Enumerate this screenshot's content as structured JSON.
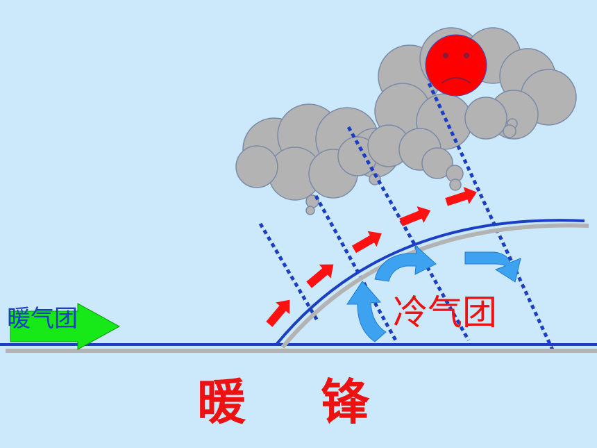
{
  "labels": {
    "warm_air_mass": "暖气团",
    "cold_air_mass": "冷气团",
    "title_char_1": "暖",
    "title_char_2": "锋"
  },
  "icons": {
    "sun": "sad-face-sun-icon",
    "warm_arrow": "right-arrow-icon",
    "clouds": "cloud-icon",
    "rain": "dotted-rain-line-icon",
    "warm_flow": "red-arrow-icon",
    "cold_flow": "blue-curved-arrow-icon"
  },
  "colors": {
    "background": "#cce8fb",
    "ground_line": "#1a3fc4",
    "front_line": "#1a3fc4",
    "front_shadow": "#b3b3b3",
    "cloud_fill": "#b3b3b3",
    "cloud_stroke": "#7a8aa8",
    "sun_fill": "#ff0000",
    "warm_arrow_fill": "#17e817",
    "warm_label": "#1a3fc4",
    "cold_label": "#ee1111",
    "title": "#ee1111",
    "red_arrow": "#ff1111",
    "blue_arrow": "#3da2f0",
    "rain_line": "#1a3fc4"
  }
}
